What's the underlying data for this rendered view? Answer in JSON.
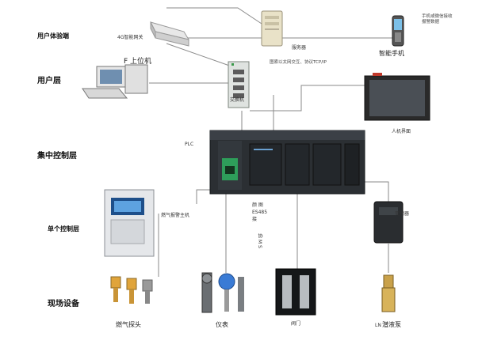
{
  "layers": {
    "user_terminal": "用户体验端",
    "user": "用户层",
    "central": "集中控制层",
    "single": "单个控制层",
    "field": "现场设备"
  },
  "devices": {
    "gateway": "4G智能网关",
    "server": "服务器",
    "phone": "智能手机",
    "phone_note": "手机或微信接收报警数据",
    "pc": "F 上位机",
    "protocol": "图索以太网交互、协议TCP/IP",
    "switch": "交换机",
    "hmi": "人机界面",
    "plc": "PLC",
    "alarm_host": "燃气报警主机",
    "rs485": "颜 图 ES485 接",
    "modbus": "协 M S",
    "inverter": "变频器",
    "gas_probe": "燃气探头",
    "meter": "仪表",
    "valve": "阀门",
    "pump": "潜液泵",
    "pump_prefix": "LN"
  },
  "colors": {
    "line": "#8a8a8a",
    "plc_body": "#2b2f33",
    "green_module": "#2e9e5a"
  }
}
